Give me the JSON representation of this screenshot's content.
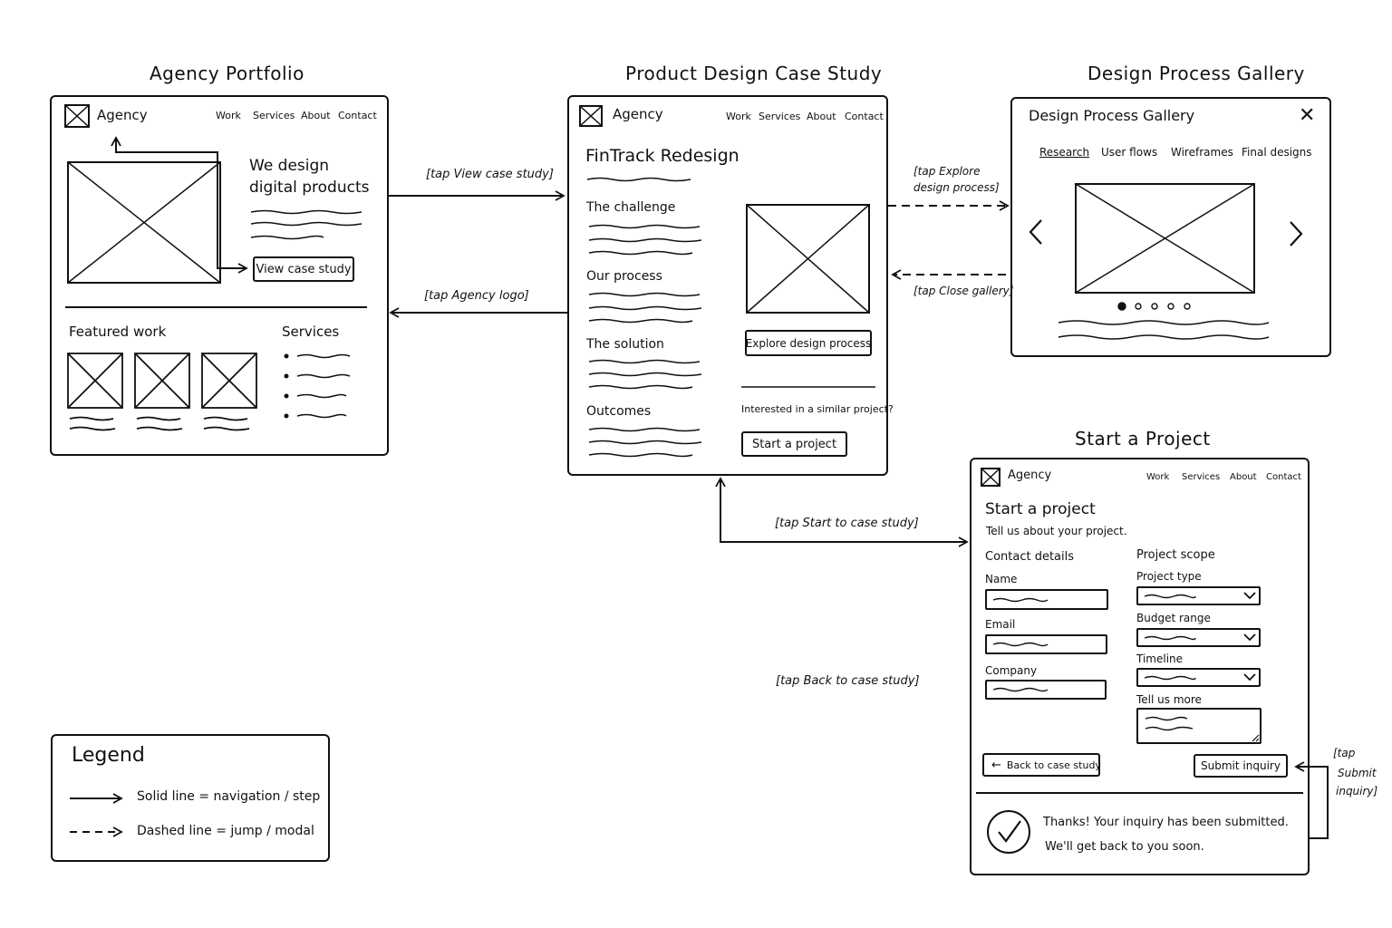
{
  "screens": {
    "portfolio": {
      "title": "Agency Portfolio",
      "brand": "Agency",
      "nav": [
        "Work",
        "Services",
        "About",
        "Contact"
      ],
      "hero_line1": "We design",
      "hero_line2": "digital products",
      "cta": "View case study",
      "featured": "Featured work",
      "services": "Services"
    },
    "case_study": {
      "title": "Product Design Case Study",
      "brand": "Agency",
      "nav": [
        "Work",
        "Services",
        "About",
        "Contact"
      ],
      "heading": "FinTrack Redesign",
      "sections": [
        "The challenge",
        "Our process",
        "The solution",
        "Outcomes"
      ],
      "explore_button": "Explore design process",
      "cta_prompt": "Interested in a similar project?",
      "start_button": "Start a project"
    },
    "gallery": {
      "title": "Design Process Gallery",
      "header": "Design Process Gallery",
      "close_glyph": "✕",
      "tabs": [
        "Research",
        "User flows",
        "Wireframes",
        "Final designs"
      ],
      "prev_glyph": "‹",
      "next_glyph": "›",
      "dots": 5,
      "active_dot": 1
    },
    "start_project": {
      "title": "Start a Project",
      "brand": "Agency",
      "nav": [
        "Work",
        "Services",
        "About",
        "Contact"
      ],
      "heading": "Start a project",
      "subheading": "Tell us about your project.",
      "contact_header": "Contact details",
      "contact_fields": [
        "Name",
        "Email",
        "Company"
      ],
      "scope_header": "Project scope",
      "scope_fields": [
        "Project type",
        "Budget range",
        "Timeline"
      ],
      "more_label": "Tell us more",
      "back_button": "Back to case study",
      "submit_button": "Submit inquiry",
      "success_line1": "Thanks! Your inquiry has been submitted.",
      "success_line2": "We'll get back to you soon."
    }
  },
  "annotations": {
    "view_case_study": "[tap View case study]",
    "agency_logo": "[tap Agency logo]",
    "explore_line1": "[tap Explore",
    "explore_line2": "design process]",
    "close_gallery": "[tap Close gallery]",
    "start_case": "[tap Start to case study]",
    "back_case": "[tap Back to case study]",
    "submit_line1": "[tap",
    "submit_line2": "Submit",
    "submit_line3": "inquiry]"
  },
  "legend": {
    "title": "Legend",
    "solid": "Solid line = navigation / step",
    "dashed": "Dashed line = jump / modal"
  }
}
